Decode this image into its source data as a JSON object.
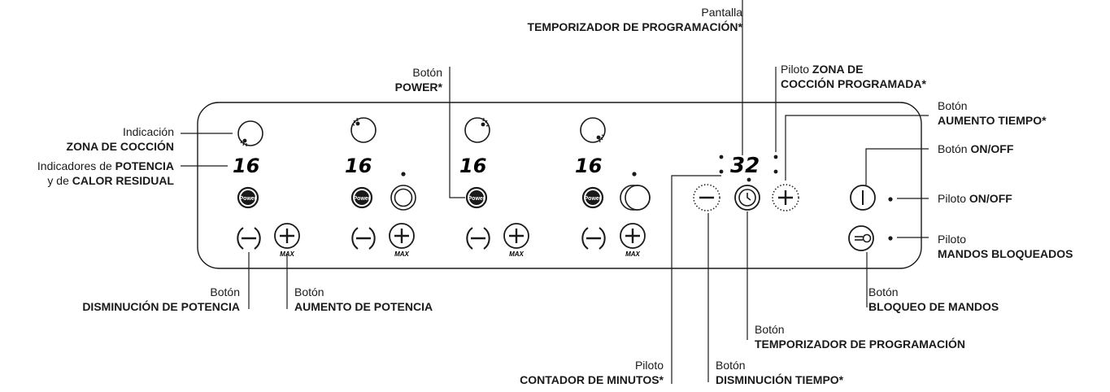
{
  "display_digits": "16",
  "timer_display": "32",
  "power_label": "Power",
  "max_label": "MAX",
  "labels": {
    "pantalla": {
      "l1": "Pantalla",
      "l2": "TEMPORIZADOR DE PROGRAMACIÓN*"
    },
    "boton_power": {
      "l1": "Botón",
      "l2": "POWER*"
    },
    "piloto_zona": {
      "l1_pre": "Piloto ",
      "l1_bold": "ZONA DE",
      "l2": "COCCIÓN PROGRAMADA*"
    },
    "boton_aumento_tiempo": {
      "l1": "Botón",
      "l2": "AUMENTO TIEMPO*"
    },
    "indicacion": {
      "l1": "Indicación",
      "l2": "ZONA DE COCCIÓN"
    },
    "boton_onoff": {
      "pre": "Botón ",
      "bold": "ON/OFF"
    },
    "indicadores": {
      "l1_pre": "Indicadores de ",
      "l1_bold": "POTENCIA",
      "l2_pre": "y de ",
      "l2_bold": "CALOR RESIDUAL"
    },
    "piloto_onoff": {
      "pre": "Piloto ",
      "bold": "ON/OFF"
    },
    "piloto_mandos": {
      "l1": "Piloto",
      "l2": "MANDOS BLOQUEADOS"
    },
    "boton_disminucion_potencia": {
      "l1": "Botón",
      "l2": "DISMINUCIÓN DE POTENCIA"
    },
    "boton_aumento_potencia": {
      "l1": "Botón",
      "l2": "AUMENTO DE POTENCIA"
    },
    "boton_bloqueo": {
      "l1": "Botón",
      "l2": "BLOQUEO DE MANDOS"
    },
    "boton_temporizador": {
      "l1": "Botón",
      "l2": "TEMPORIZADOR DE PROGRAMACIÓN"
    },
    "piloto_contador": {
      "l1": "Piloto",
      "l2": "CONTADOR DE MINUTOS*"
    },
    "boton_disminucion_tiempo": {
      "l1": "Botón",
      "l2": "DISMINUCIÓN TIEMPO*"
    }
  }
}
